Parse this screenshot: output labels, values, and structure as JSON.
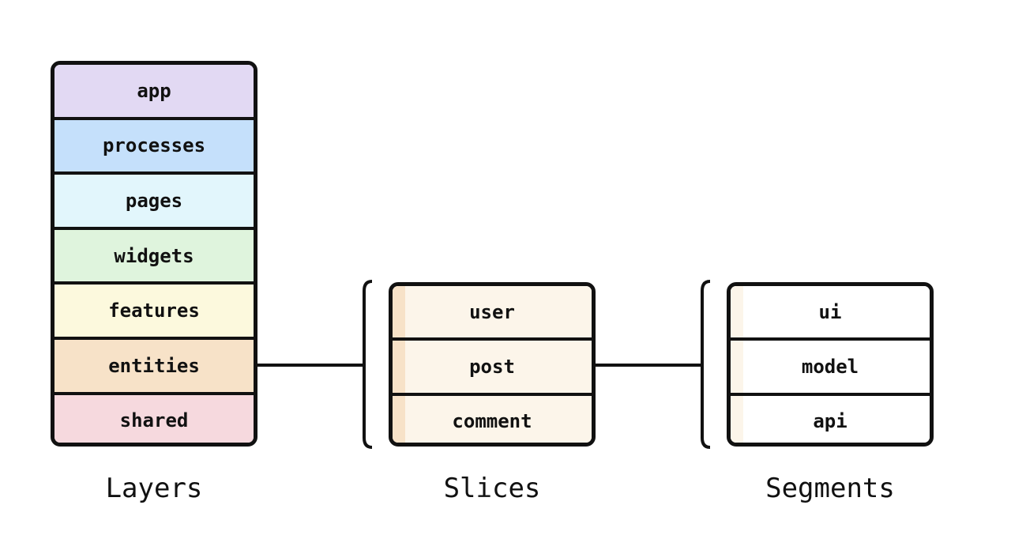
{
  "layers": {
    "caption": "Layers",
    "items": [
      {
        "label": "app",
        "color": "#e2d9f3"
      },
      {
        "label": "processes",
        "color": "#c5e0fb"
      },
      {
        "label": "pages",
        "color": "#e2f6fc"
      },
      {
        "label": "widgets",
        "color": "#dff4dd"
      },
      {
        "label": "features",
        "color": "#fcf9dd"
      },
      {
        "label": "entities",
        "color": "#f7e2c8"
      },
      {
        "label": "shared",
        "color": "#f6d9de"
      }
    ]
  },
  "slices": {
    "caption": "Slices",
    "fill": "#fcf5ea",
    "stripe": "#f7e2c8",
    "items": [
      {
        "label": "user"
      },
      {
        "label": "post"
      },
      {
        "label": "comment"
      }
    ]
  },
  "segments": {
    "caption": "Segments",
    "fill": "#ffffff",
    "stripe": "#fcf5ea",
    "items": [
      {
        "label": "ui"
      },
      {
        "label": "model"
      },
      {
        "label": "api"
      }
    ]
  }
}
